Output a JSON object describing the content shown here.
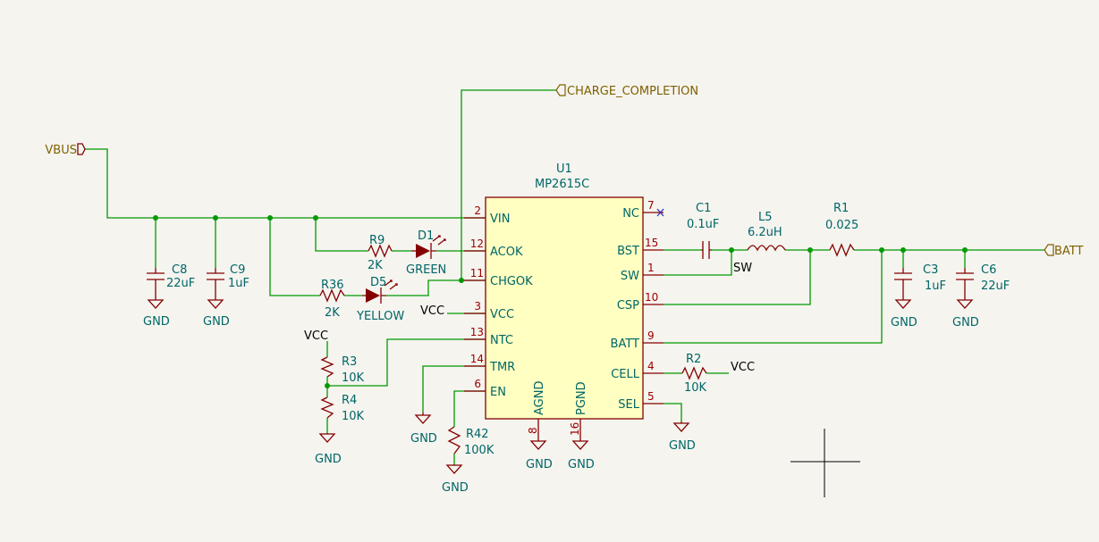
{
  "labels": {
    "vbus": "VBUS",
    "charge_completion": "CHARGE_COMPLETION",
    "batt": "BATT",
    "sw_net": "SW",
    "vcc": "VCC",
    "gnd": "GND"
  },
  "u1": {
    "ref": "U1",
    "value": "MP2615C",
    "pins": {
      "vin": {
        "name": "VIN",
        "num": "2"
      },
      "acok": {
        "name": "ACOK",
        "num": "12"
      },
      "chgok": {
        "name": "CHGOK",
        "num": "11"
      },
      "vcc": {
        "name": "VCC",
        "num": "3"
      },
      "ntc": {
        "name": "NTC",
        "num": "13"
      },
      "tmr": {
        "name": "TMR",
        "num": "14"
      },
      "en": {
        "name": "EN",
        "num": "6"
      },
      "agnd": {
        "name": "AGND",
        "num": "8"
      },
      "pgnd": {
        "name": "PGND",
        "num": "16"
      },
      "nc": {
        "name": "NC",
        "num": "7"
      },
      "bst": {
        "name": "BST",
        "num": "15"
      },
      "sw": {
        "name": "SW",
        "num": "1"
      },
      "csp": {
        "name": "CSP",
        "num": "10"
      },
      "batt": {
        "name": "BATT",
        "num": "9"
      },
      "cell": {
        "name": "CELL",
        "num": "4"
      },
      "sel": {
        "name": "SEL",
        "num": "5"
      }
    }
  },
  "components": {
    "c8": {
      "ref": "C8",
      "value": "22uF"
    },
    "c9": {
      "ref": "C9",
      "value": "1uF"
    },
    "r9": {
      "ref": "R9",
      "value": "2K"
    },
    "d1": {
      "ref": "D1",
      "value": "GREEN"
    },
    "r36": {
      "ref": "R36",
      "value": "2K"
    },
    "d5": {
      "ref": "D5",
      "value": "YELLOW"
    },
    "r3": {
      "ref": "R3",
      "value": "10K"
    },
    "r4": {
      "ref": "R4",
      "value": "10K"
    },
    "r42": {
      "ref": "R42",
      "value": "100K"
    },
    "c1": {
      "ref": "C1",
      "value": "0.1uF"
    },
    "l5": {
      "ref": "L5",
      "value": "6.2uH"
    },
    "r1": {
      "ref": "R1",
      "value": "0.025"
    },
    "r2": {
      "ref": "R2",
      "value": "10K"
    },
    "c3": {
      "ref": "C3",
      "value": "1uF"
    },
    "c6": {
      "ref": "C6",
      "value": "22uF"
    }
  }
}
